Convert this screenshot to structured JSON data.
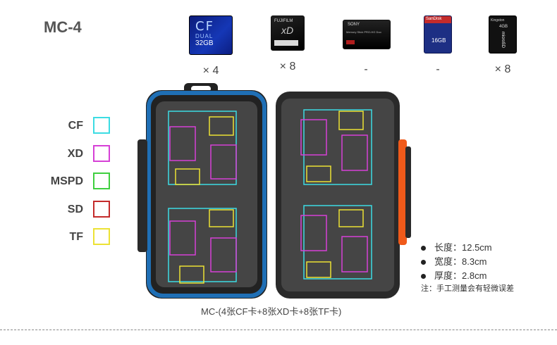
{
  "title": "MC-4",
  "cards": [
    {
      "id": "cf",
      "icon": "cf-card-icon",
      "count": "× 4",
      "labels": [
        "CF",
        "DUAL",
        "32GB"
      ]
    },
    {
      "id": "xd",
      "icon": "xd-card-icon",
      "count": "× 8",
      "labels": [
        "FUJIFILM",
        "xD",
        ""
      ]
    },
    {
      "id": "ms",
      "icon": "mspd-card-icon",
      "count": "-",
      "labels": [
        "SONY",
        "Memory Stick PRO-HG Duo",
        ""
      ]
    },
    {
      "id": "sd",
      "icon": "sd-card-icon",
      "count": "-",
      "labels": [
        "SanDisk",
        "16GB",
        ""
      ]
    },
    {
      "id": "tf",
      "icon": "tf-card-icon",
      "count": "× 8",
      "labels": [
        "Kingston",
        "4GB",
        "microSD"
      ]
    }
  ],
  "legend": [
    {
      "label": "CF",
      "color": "#3cdce3"
    },
    {
      "label": "XD",
      "color": "#d640d6"
    },
    {
      "label": "MSPD",
      "color": "#3fcf3f"
    },
    {
      "label": "SD",
      "color": "#c42b2b"
    },
    {
      "label": "TF",
      "color": "#ece235"
    }
  ],
  "colors": {
    "case_blue": "#1f6fb5",
    "case_body": "#2a2a2a",
    "case_foam": "#454545",
    "latch_orange": "#f05a1a"
  },
  "specs": [
    {
      "text": "长度：12.5cm"
    },
    {
      "text": "宽度：8.3cm"
    },
    {
      "text": "厚度：2.8cm"
    }
  ],
  "note": "注：手工测量会有轻微误差",
  "caption": "MC-(4张CF卡+8张XD卡+8张TF卡)"
}
